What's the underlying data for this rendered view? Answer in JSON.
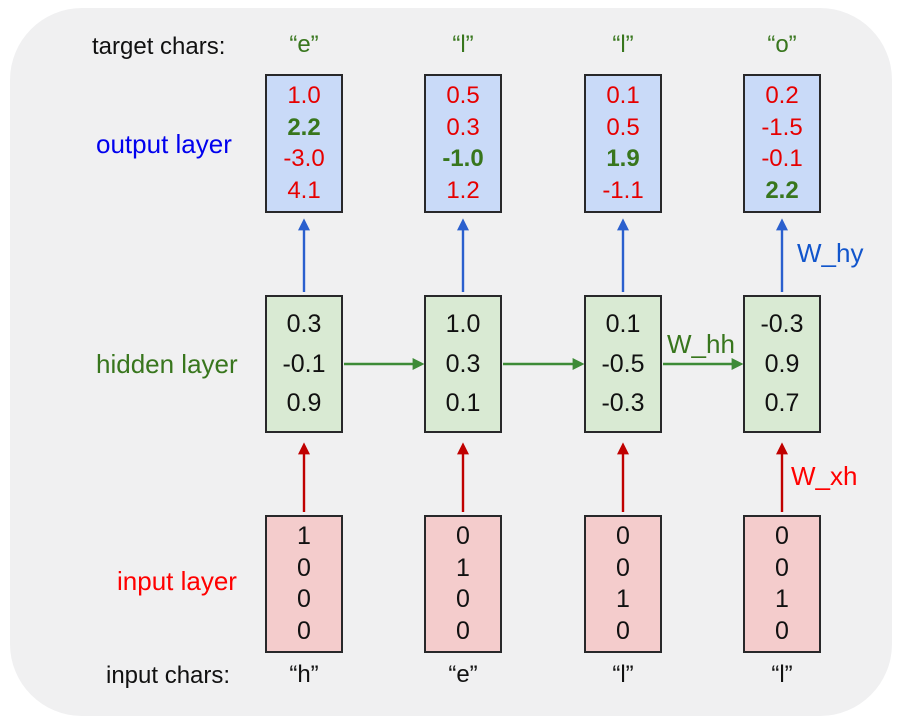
{
  "labels": {
    "target_chars": "target chars:",
    "output_layer": "output layer",
    "hidden_layer": "hidden layer",
    "input_layer": "input layer",
    "input_chars": "input chars:",
    "w_hy": "W_hy",
    "w_hh": "W_hh",
    "w_xh": "W_xh"
  },
  "colors": {
    "panel_bg": "#f0f0f1",
    "box_blue": "#c9daf8",
    "box_green": "#d9ead3",
    "box_red": "#f4cccc",
    "box_border": "#28282a",
    "label_blue": "#0000ee",
    "label_green": "#38761d",
    "label_red": "#ff0000",
    "why_blue": "#1155cc",
    "num_red": "#e60000",
    "num_green": "#38761d",
    "text_black": "#111111",
    "arrow_blue": "#2a5fce",
    "arrow_green": "#3d8b37",
    "arrow_red": "#c00000"
  },
  "columns": [
    {
      "target_char": "“e”",
      "output_values": [
        "1.0",
        "2.2",
        "-3.0",
        "4.1"
      ],
      "output_styles": [
        "num-red",
        "num-green",
        "num-red",
        "num-red"
      ],
      "hidden_values": [
        "0.3",
        "-0.1",
        "0.9"
      ],
      "input_values": [
        "1",
        "0",
        "0",
        "0"
      ],
      "input_char": "“h”"
    },
    {
      "target_char": "“l”",
      "output_values": [
        "0.5",
        "0.3",
        "-1.0",
        "1.2"
      ],
      "output_styles": [
        "num-red",
        "num-red",
        "num-green",
        "num-red"
      ],
      "hidden_values": [
        "1.0",
        "0.3",
        "0.1"
      ],
      "input_values": [
        "0",
        "1",
        "0",
        "0"
      ],
      "input_char": "“e”"
    },
    {
      "target_char": "“l”",
      "output_values": [
        "0.1",
        "0.5",
        "1.9",
        "-1.1"
      ],
      "output_styles": [
        "num-red",
        "num-red",
        "num-green",
        "num-red"
      ],
      "hidden_values": [
        "0.1",
        "-0.5",
        "-0.3"
      ],
      "input_values": [
        "0",
        "0",
        "1",
        "0"
      ],
      "input_char": "“l”"
    },
    {
      "target_char": "“o”",
      "output_values": [
        "0.2",
        "-1.5",
        "-0.1",
        "2.2"
      ],
      "output_styles": [
        "num-red",
        "num-red",
        "num-red",
        "num-green"
      ],
      "hidden_values": [
        "-0.3",
        "0.9",
        "0.7"
      ],
      "input_values": [
        "0",
        "0",
        "1",
        "0"
      ],
      "input_char": "“l”"
    }
  ]
}
